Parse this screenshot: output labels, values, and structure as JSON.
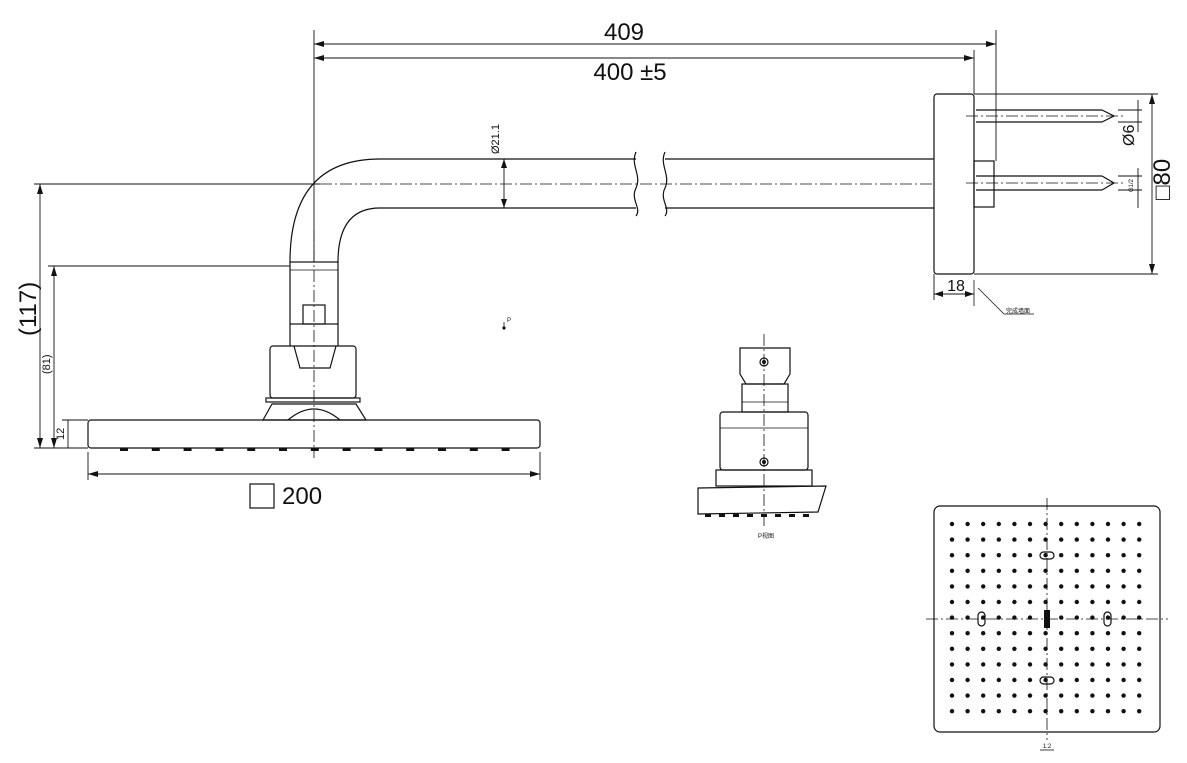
{
  "dimensions": {
    "overall_length": "409",
    "arm_length": "400 ±5",
    "pipe_diameter": "Ø21.1",
    "bolt_diameter": "Ø6",
    "thread": "G1/2",
    "flange_size": "□80",
    "flange_thickness": "18",
    "total_height": "(117)",
    "head_to_connector": "(81)",
    "head_thickness": "12",
    "head_size": "200"
  },
  "labels": {
    "wall_note": "完成墙面",
    "view_marker": "P",
    "view_title": "P视图",
    "scale": "1:2"
  }
}
